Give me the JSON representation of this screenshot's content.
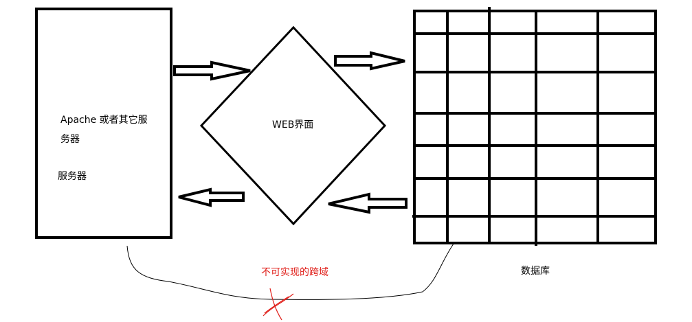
{
  "diagram": {
    "server_box": {
      "label": "Apache 或者其它服务器",
      "sublabel": "服务器"
    },
    "web_node": {
      "label": "WEB界面"
    },
    "database": {
      "label": "数据库"
    },
    "cross_domain": {
      "label": "不可实现的跨域",
      "color": "#e0201b"
    },
    "stroke_color": "#000000"
  }
}
